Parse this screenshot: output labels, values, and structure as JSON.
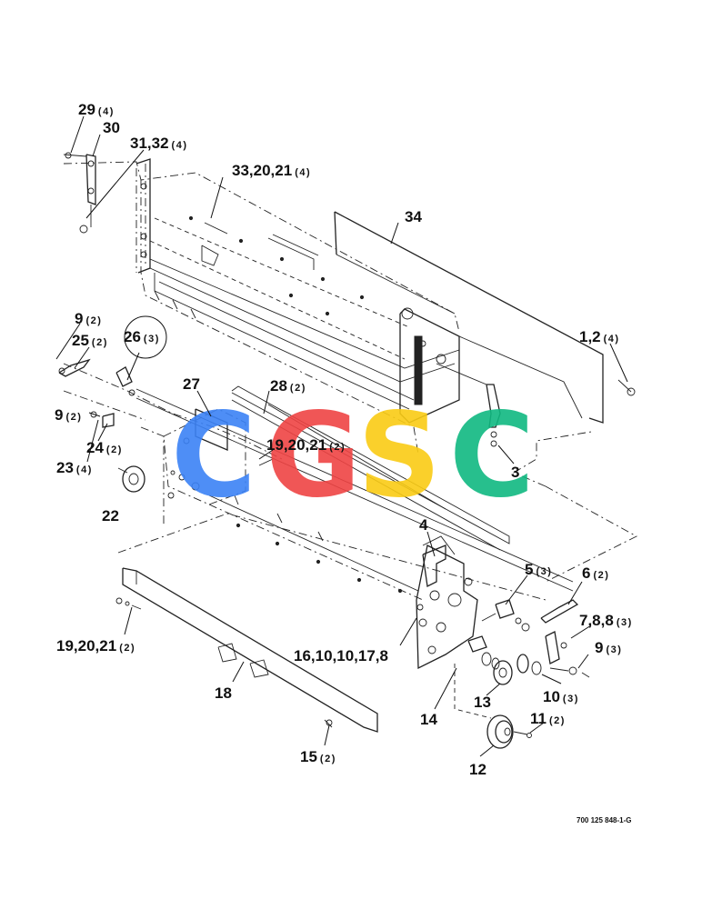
{
  "callouts": [
    {
      "id": "c29",
      "num": "29",
      "qty": "(4)"
    },
    {
      "id": "c30",
      "num": "30",
      "qty": ""
    },
    {
      "id": "c3132",
      "num": "31,32",
      "qty": "(4)"
    },
    {
      "id": "c332021",
      "num": "33,20,21",
      "qty": "(4)"
    },
    {
      "id": "c34",
      "num": "34",
      "qty": ""
    },
    {
      "id": "c9a",
      "num": "9",
      "qty": "(2)"
    },
    {
      "id": "c25",
      "num": "25",
      "qty": "(2)"
    },
    {
      "id": "c26",
      "num": "26",
      "qty": "(3)"
    },
    {
      "id": "c12",
      "num": "1,2",
      "qty": "(4)"
    },
    {
      "id": "c27",
      "num": "27",
      "qty": ""
    },
    {
      "id": "c28",
      "num": "28",
      "qty": "(2)"
    },
    {
      "id": "c9b",
      "num": "9",
      "qty": "(2)"
    },
    {
      "id": "c24",
      "num": "24",
      "qty": "(2)"
    },
    {
      "id": "c23",
      "num": "23",
      "qty": "(4)"
    },
    {
      "id": "c192021a",
      "num": "19,20,21",
      "qty": "(2)"
    },
    {
      "id": "c3",
      "num": "3",
      "qty": ""
    },
    {
      "id": "c22",
      "num": "22",
      "qty": ""
    },
    {
      "id": "c4",
      "num": "4",
      "qty": ""
    },
    {
      "id": "c5",
      "num": "5",
      "qty": "(3)"
    },
    {
      "id": "c6",
      "num": "6",
      "qty": "(2)"
    },
    {
      "id": "c788",
      "num": "7,8,8",
      "qty": "(3)"
    },
    {
      "id": "c192021b",
      "num": "19,20,21",
      "qty": "(2)"
    },
    {
      "id": "c161010178",
      "num": "16,10,10,17,8",
      "qty": ""
    },
    {
      "id": "c9c",
      "num": "9",
      "qty": "(3)"
    },
    {
      "id": "c18",
      "num": "18",
      "qty": ""
    },
    {
      "id": "c10",
      "num": "10",
      "qty": "(3)"
    },
    {
      "id": "c13",
      "num": "13",
      "qty": ""
    },
    {
      "id": "c14",
      "num": "14",
      "qty": ""
    },
    {
      "id": "c11",
      "num": "11",
      "qty": "(2)"
    },
    {
      "id": "c15",
      "num": "15",
      "qty": "(2)"
    },
    {
      "id": "c12b",
      "num": "12",
      "qty": ""
    }
  ],
  "drawing_number": "700 125 848-1-G",
  "watermark": {
    "letters": [
      "C",
      "G",
      "S",
      "C"
    ],
    "colors": [
      "#3b82f6",
      "#ef4444",
      "#facc15",
      "#10b981"
    ]
  }
}
